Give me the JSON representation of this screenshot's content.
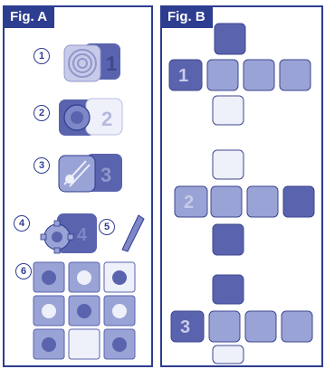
{
  "fig_a": {
    "label": "Fig. A",
    "steps": [
      "1",
      "2",
      "3",
      "4",
      "5",
      "6"
    ],
    "cube_numbers": [
      "1",
      "2",
      "3"
    ],
    "gear_number": "4"
  },
  "fig_b": {
    "label": "Fig. B",
    "row_numbers": [
      "1",
      "2",
      "3"
    ]
  },
  "colors": {
    "frame": "#2d3d8f",
    "cube_dark": "#5a63ad",
    "cube_light": "#c8cbe8",
    "tile_bg": "#9aa3d6",
    "white_face": "#eef0fa"
  },
  "icons": {
    "step1": "spiral-cube-icon",
    "step2": "flower-cube-icon",
    "step3": "ladder-cube-icon",
    "step4": "gear-cube-icon",
    "step5": "key-tool-icon",
    "step6": "picture-tiles-icon"
  }
}
